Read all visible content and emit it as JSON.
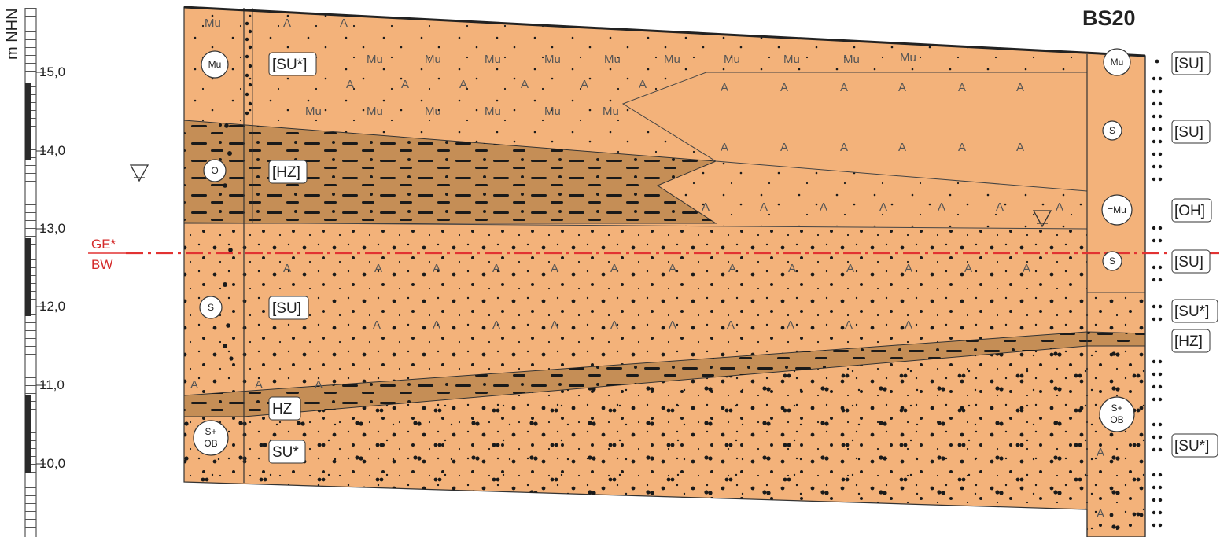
{
  "axis": {
    "unit": "m NHN",
    "ticks": [
      "15,0",
      "14,0",
      "13,0",
      "12,0",
      "11,0",
      "10,0"
    ]
  },
  "reference_line": {
    "label_top": "GE*",
    "label_bottom": "BW",
    "color": "#e23232"
  },
  "borehole_title": "BS20",
  "left_column": {
    "codes": [
      "Mu",
      "O",
      "S",
      "S+\nOB"
    ],
    "tags": [
      "[SU*]",
      "[HZ]",
      "[SU]",
      "HZ",
      "SU*"
    ]
  },
  "right_column": {
    "codes": [
      "Mu",
      "S",
      "=Mu",
      "S",
      "S+\nOB"
    ],
    "tags": [
      "[SU]",
      "[SU]",
      "[OH]",
      "[SU]",
      "[SU*]",
      "[HZ]",
      "[SU*]"
    ]
  },
  "colors": {
    "sand": "#f3b27a",
    "organic": "#c58e56",
    "dots": "#1a1a1a",
    "frame": "#333333"
  },
  "symbols": {
    "mu": "Mu",
    "a": "A",
    "water_table": "water-level-triangle"
  }
}
